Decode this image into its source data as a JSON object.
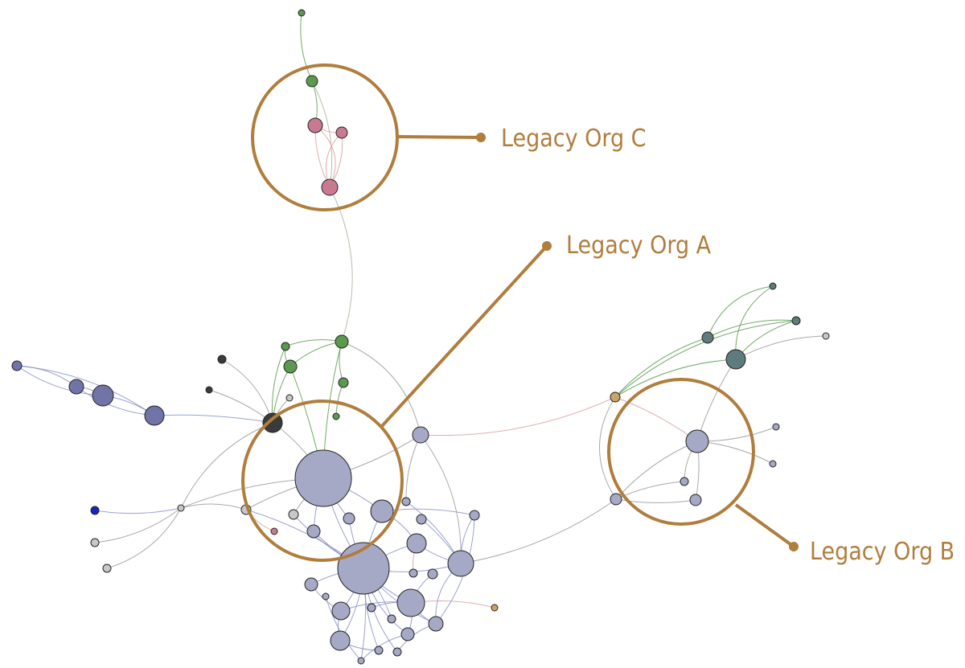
{
  "diagram": {
    "type": "network-graph",
    "callout_color": "#b07d3c",
    "callouts": [
      {
        "id": "org-c",
        "label": "Legacy Org C"
      },
      {
        "id": "org-a",
        "label": "Legacy Org A"
      },
      {
        "id": "org-b",
        "label": "Legacy Org B"
      }
    ],
    "node_colors": {
      "lavender": "#a6a9c6",
      "slate_blue": "#7174a6",
      "green": "#5a9a4e",
      "pink": "#c97a92",
      "teal": "#5e7b7d",
      "tan": "#c9a468",
      "gray": "#c8c8c8",
      "dark": "#3a3a3a",
      "blue": "#1722c9"
    },
    "edge_colors": {
      "gray": "#9a9a9a",
      "green": "#5a9a4e",
      "purple": "#8a8fc4",
      "pink": "#d8a0a0",
      "blue": "#7f93d6",
      "olive": "#a8b29a"
    }
  }
}
